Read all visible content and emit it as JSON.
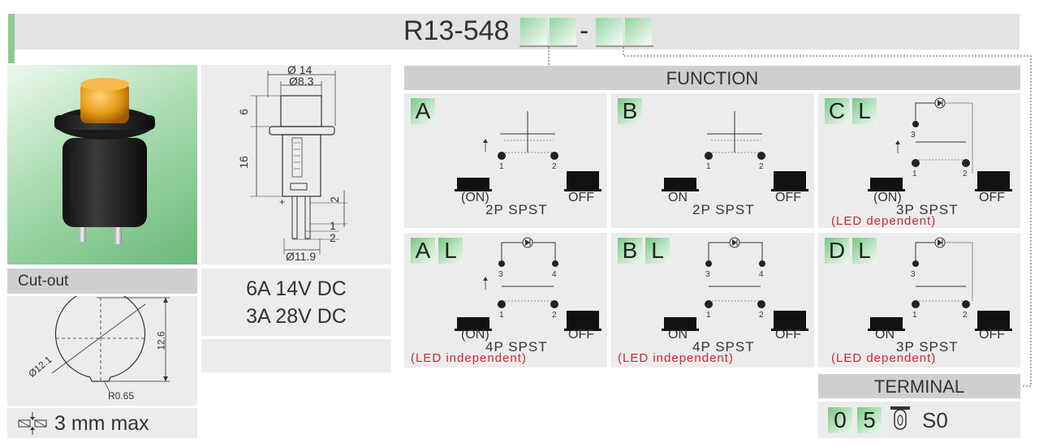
{
  "header": {
    "model_code": "R13-548",
    "separator": "-"
  },
  "function_panel": {
    "title": "FUNCTION",
    "cells": [
      {
        "letters": [
          "A"
        ],
        "left_label": "(ON)",
        "right_label": "OFF",
        "type": "2P SPST",
        "note": "",
        "pins": [
          "1",
          "2"
        ]
      },
      {
        "letters": [
          "B"
        ],
        "left_label": "ON",
        "right_label": "OFF",
        "type": "2P SPST",
        "note": "",
        "pins": [
          "1",
          "2"
        ]
      },
      {
        "letters": [
          "C",
          "L"
        ],
        "left_label": "(ON)",
        "right_label": "OFF",
        "type": "3P SPST",
        "note": "(LED dependent)",
        "pins": [
          "1",
          "2",
          "3"
        ]
      },
      {
        "letters": [
          "A",
          "L"
        ],
        "left_label": "(ON)",
        "right_label": "OFF",
        "type": "4P SPST",
        "note": "(LED independent)",
        "pins": [
          "1",
          "2",
          "3",
          "4"
        ]
      },
      {
        "letters": [
          "B",
          "L"
        ],
        "left_label": "ON",
        "right_label": "OFF",
        "type": "4P SPST",
        "note": "(LED independent)",
        "pins": [
          "1",
          "2",
          "3",
          "4"
        ]
      },
      {
        "letters": [
          "D",
          "L"
        ],
        "left_label": "ON",
        "right_label": "OFF",
        "type": "3P SPST",
        "note": "(LED dependent)",
        "pins": [
          "1",
          "2",
          "3"
        ]
      }
    ]
  },
  "terminal_panel": {
    "title": "TERMINAL",
    "digits": [
      "0",
      "5"
    ],
    "code": "S0"
  },
  "cutout": {
    "title": "Cut-out",
    "diameter": "Ø12.1",
    "height": "12.6",
    "radius": "R0.65",
    "thickness": "3 mm max"
  },
  "dimensions": {
    "d_outer": "Ø 14",
    "d_inner": "Ø8.3",
    "h_top": "6",
    "h_body": "16",
    "pin_gap": "2",
    "pin_w1": "1",
    "pin_w2": "2",
    "d_base": "Ø11.9",
    "plus_sign": "+"
  },
  "ratings": {
    "line1": "6A 14V DC",
    "line2": "3A 28V DC"
  },
  "colors": {
    "led_note": "#d0262d",
    "accent_green": "#8fca92"
  }
}
